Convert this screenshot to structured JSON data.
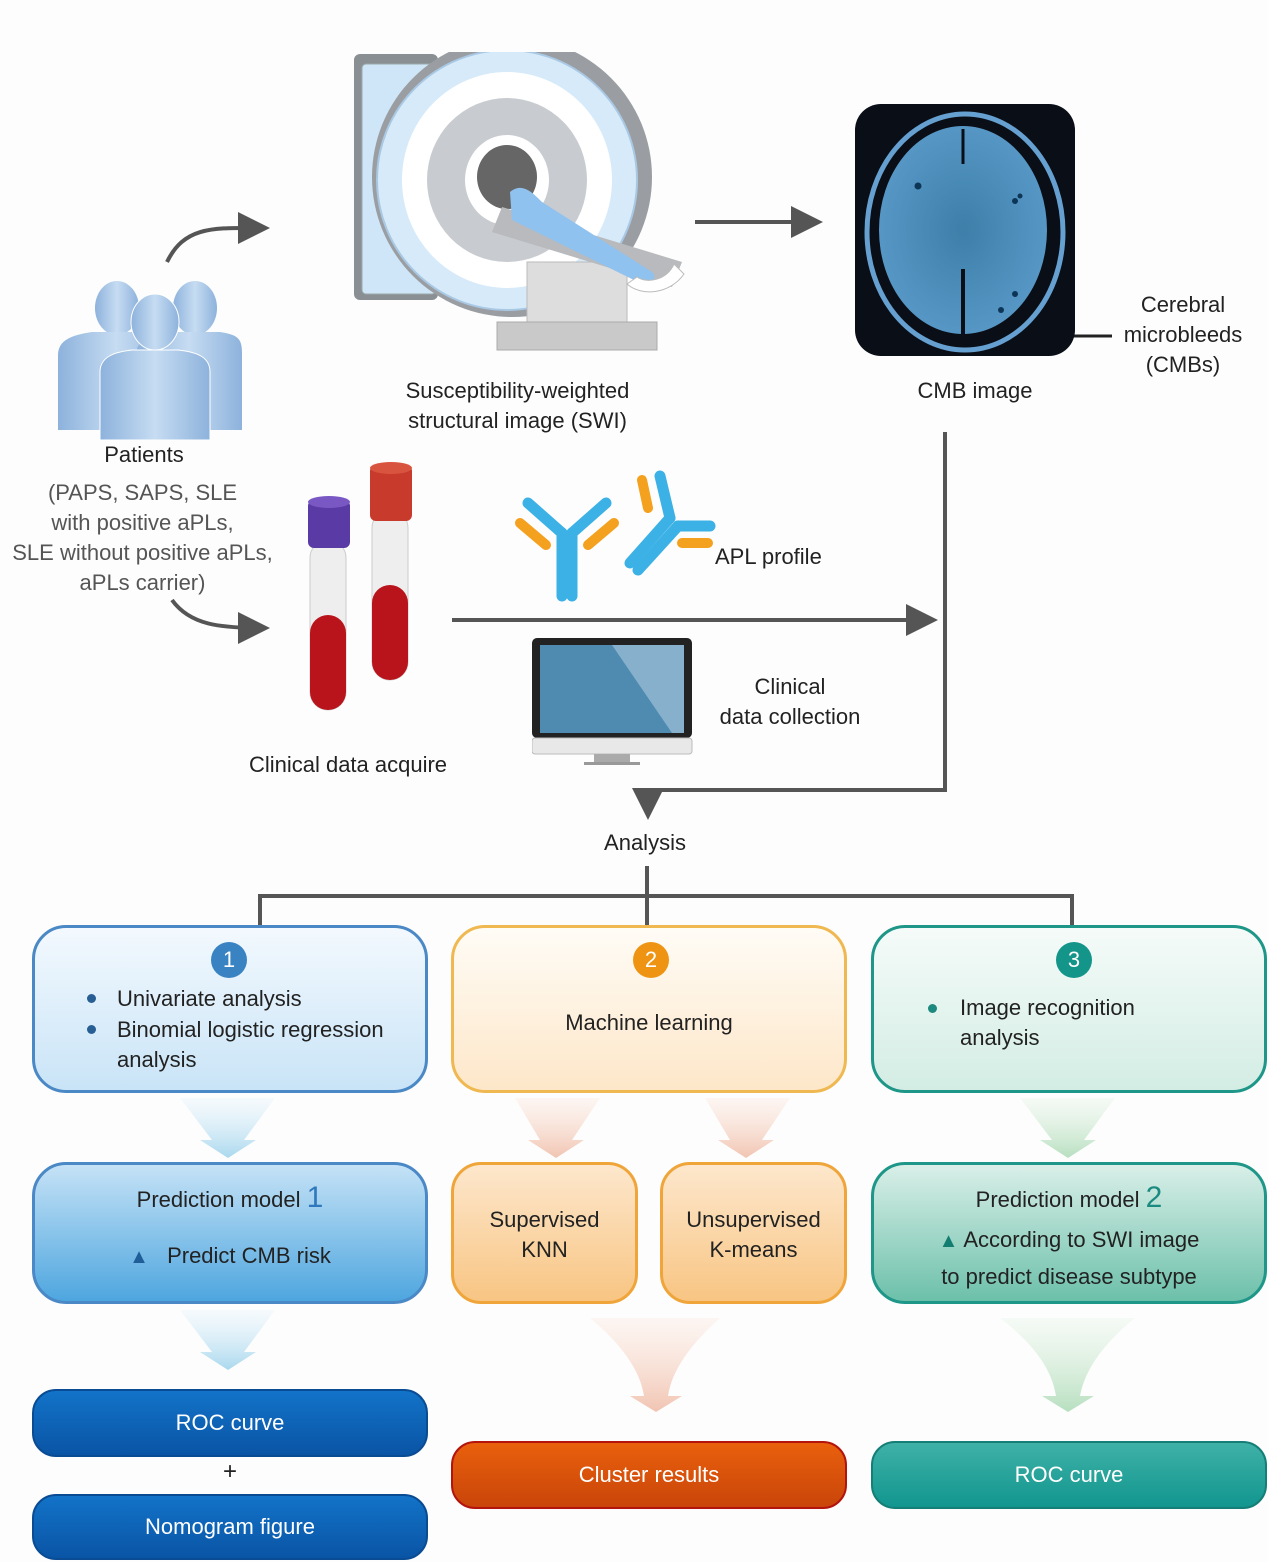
{
  "top": {
    "patients": {
      "label": "Patients",
      "groups_lines": [
        "(PAPS, SAPS, SLE",
        "with positive aPLs,",
        "SLE without positive aPLs,",
        "aPLs carrier)"
      ]
    },
    "mri": {
      "line1": "Susceptibility-weighted",
      "line2": "structural image (SWI)"
    },
    "cmb": {
      "label": "CMB image",
      "callout_lines": [
        "Cerebral",
        "microbleeds",
        "(CMBs)"
      ]
    },
    "blood": {
      "label": "Clinical data acquire"
    },
    "apl": {
      "label": "APL profile"
    },
    "computer": {
      "line1": "Clinical",
      "line2": "data collection"
    },
    "analysis": {
      "label": "Analysis"
    }
  },
  "branches": [
    {
      "number": "1",
      "color": "#3a83c3",
      "bullets": [
        "Univariate analysis",
        "Binomial logistic regression",
        "analysis"
      ],
      "model": {
        "title": "Prediction model",
        "number": "1",
        "detail": "Predict CMB risk"
      },
      "results": [
        "ROC curve",
        "Nomogram figure"
      ],
      "joiner": "+"
    },
    {
      "number": "2",
      "color": "#ef9412",
      "title": "Machine learning",
      "sub": [
        {
          "line1": "Supervised",
          "line2": "KNN"
        },
        {
          "line1": "Unsupervised",
          "line2": "K-means"
        }
      ],
      "results": [
        "Cluster results"
      ]
    },
    {
      "number": "3",
      "color": "#14958a",
      "bullets": [
        "Image recognition",
        "analysis"
      ],
      "model": {
        "title": "Prediction model",
        "number": "2",
        "detail1": "According to SWI image",
        "detail2": "to predict disease subtype"
      },
      "results": [
        "ROC curve"
      ]
    }
  ]
}
